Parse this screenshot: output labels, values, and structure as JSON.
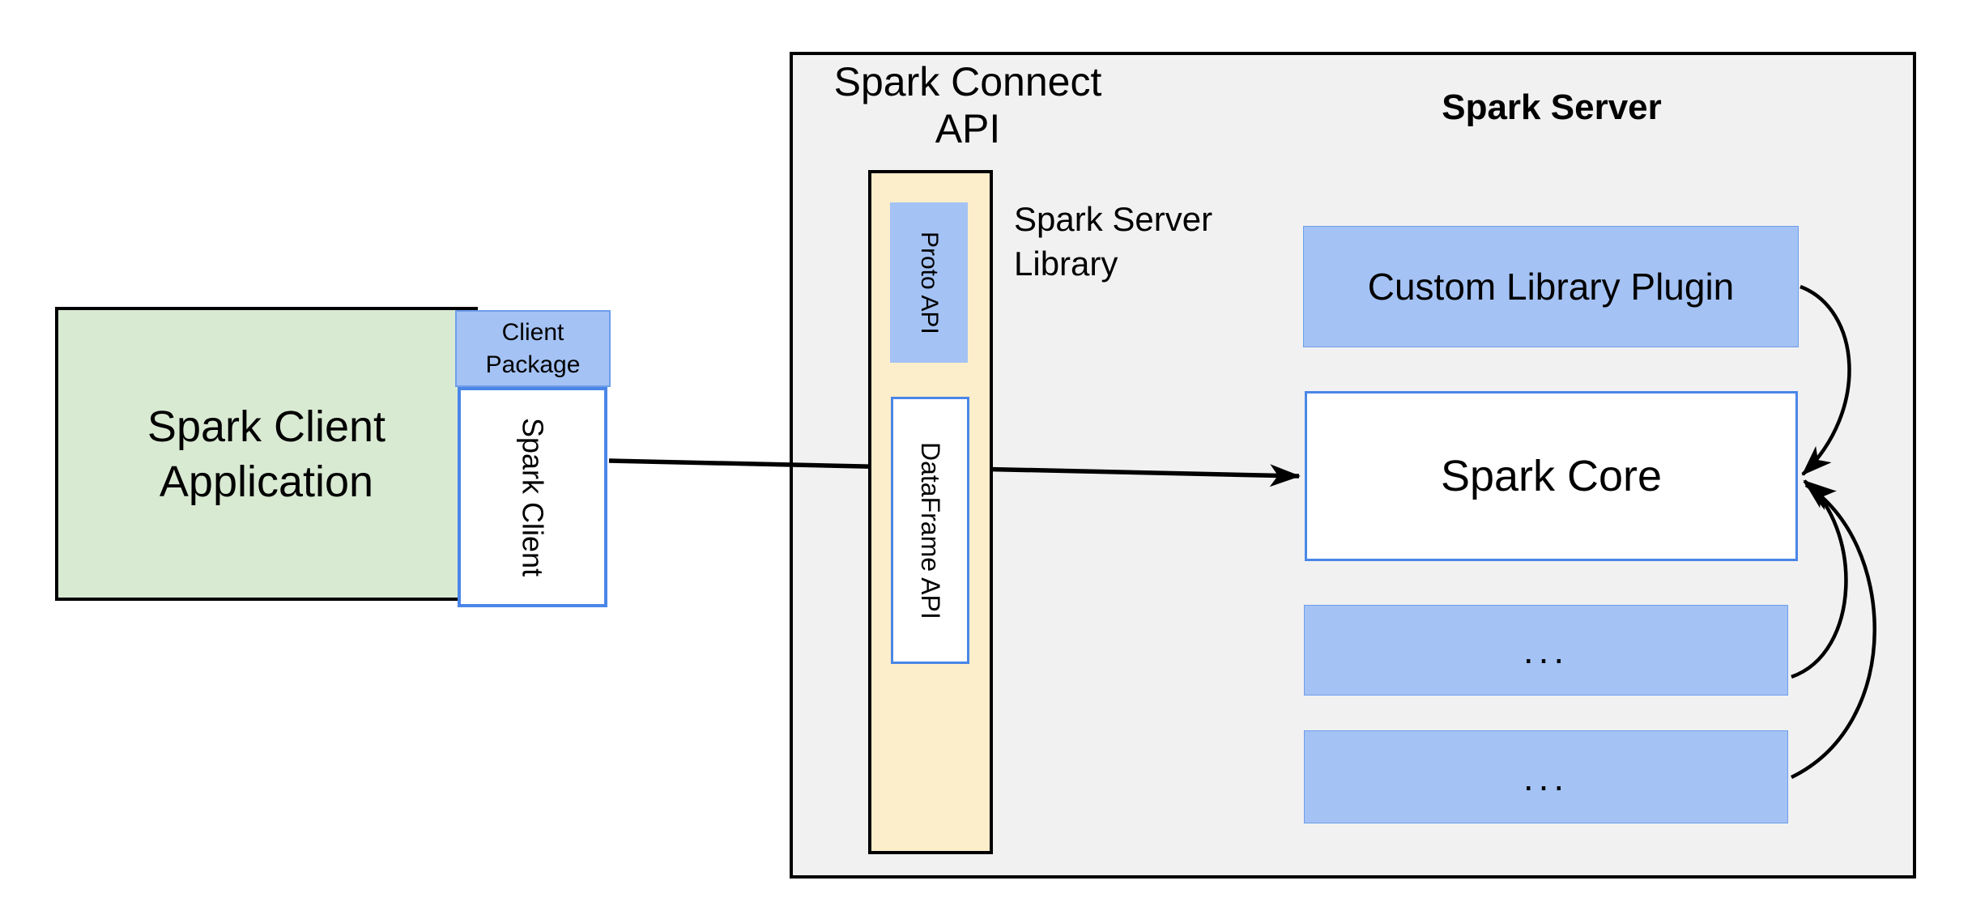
{
  "colors": {
    "panel_bg": "#f1f1f1",
    "box_green": "#d9ead3",
    "box_blue": "#a4c2f4",
    "box_yellow": "#fceeca",
    "border_blue": "#4a86e8",
    "border_blue_light": "#6d9eeb",
    "line_black": "#000000"
  },
  "client": {
    "app_label": "Spark Client\nApplication",
    "package_label": "Client\nPackage",
    "spark_client_label": "Spark Client"
  },
  "connect": {
    "title": "Spark Connect\nAPI",
    "proto_api_label": "Proto API",
    "dataframe_api_label": "DataFrame API",
    "server_library_label": "Spark Server\nLibrary"
  },
  "server": {
    "title": "Spark Server",
    "plugin_label": "Custom Library Plugin",
    "core_label": "Spark Core",
    "extension1_label": "...",
    "extension2_label": "..."
  }
}
